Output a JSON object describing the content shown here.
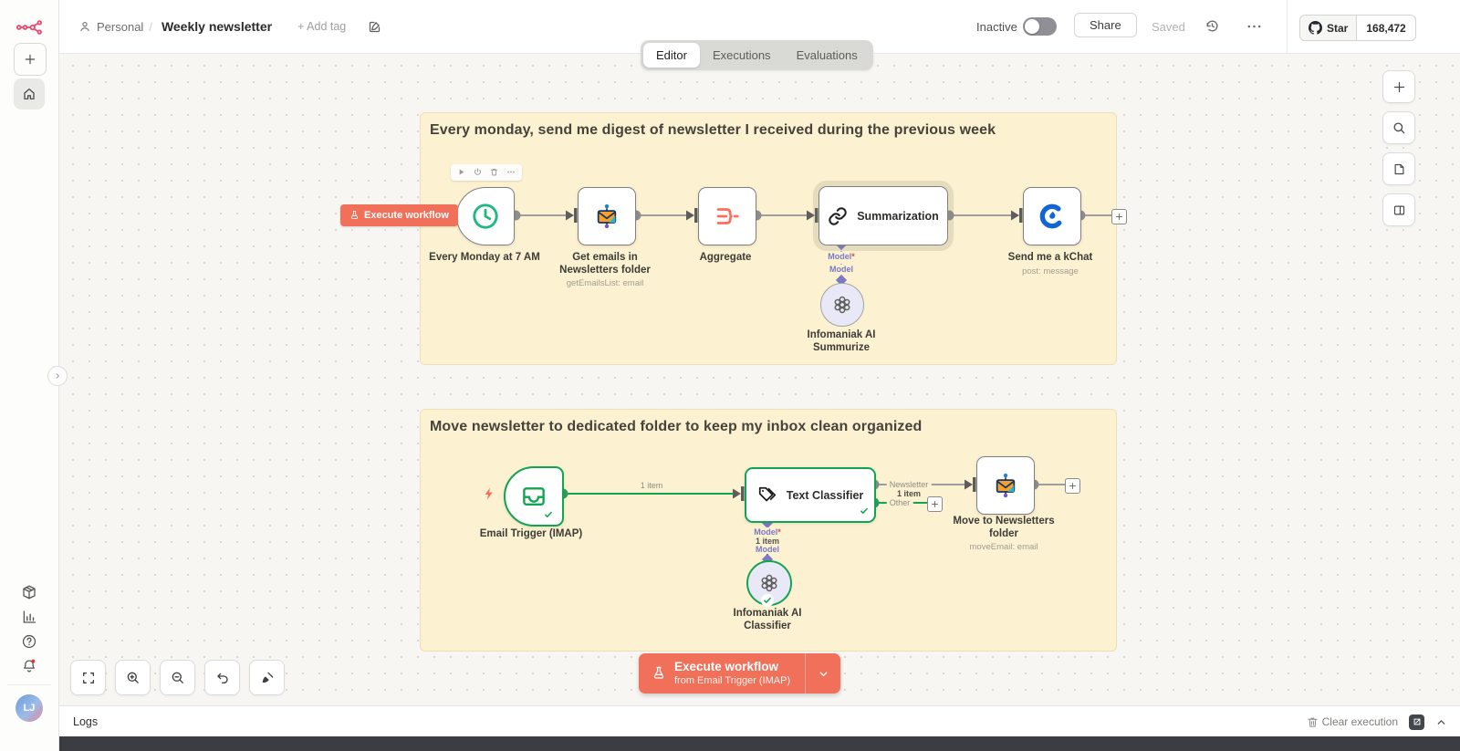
{
  "colors": {
    "accent": "#f0705a",
    "success": "#13a452",
    "model_connector": "#7b78c4",
    "sticky_note": "#fcf1d0",
    "brand_logo": "#ea4b71"
  },
  "header": {
    "project": "Personal",
    "separator": "/",
    "workflow_title": "Weekly newsletter",
    "add_tag": "+ Add tag",
    "status": "Inactive",
    "share": "Share",
    "saved": "Saved",
    "github": {
      "star_label": "Star",
      "star_count": "168,472"
    }
  },
  "tabs": {
    "editor": "Editor",
    "executions": "Executions",
    "evaluations": "Evaluations"
  },
  "sidebar": {
    "avatar_initials": "LJ"
  },
  "wf1": {
    "title": "Every monday, send me digest of newsletter I received during the previous week",
    "execute": "Execute workflow",
    "schedule_label": "Every Monday at 7 AM",
    "get_emails_l1": "Get emails in",
    "get_emails_l2": "Newsletters folder",
    "get_emails_sub": "getEmailsList: email",
    "aggregate_label": "Aggregate",
    "summarization_label": "Summarization",
    "kchat_label": "Send me a kChat",
    "kchat_sub": "post: message",
    "model_required": "Model",
    "model_star": "*",
    "model_name": "Model",
    "ai_l1": "Infomaniak AI",
    "ai_l2": "Summurize"
  },
  "wf2": {
    "title": "Move newsletter to dedicated folder to keep my inbox clean organized",
    "trigger_label": "Email Trigger (IMAP)",
    "items_label": "1 item",
    "classifier_label": "Text Classifier",
    "out_newsletter": "Newsletter",
    "out_other": "Other",
    "other_items": "1 item",
    "move_l1": "Move to Newsletters",
    "move_l2": "folder",
    "move_sub": "moveEmail: email",
    "model_required": "Model",
    "model_star": "*",
    "model_items": "1 item",
    "model_name": "Model",
    "ai_l1": "Infomaniak AI",
    "ai_l2": "Classifier"
  },
  "execute_bar": {
    "line1": "Execute workflow",
    "line2": "from Email Trigger (IMAP)"
  },
  "logs": {
    "title": "Logs",
    "clear": "Clear execution"
  }
}
